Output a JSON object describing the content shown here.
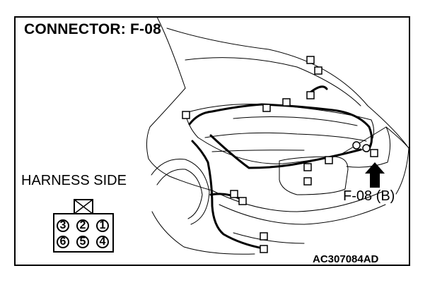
{
  "title": "CONNECTOR: F-08",
  "harness_label": "HARNESS SIDE",
  "connector_callout": "F-08 (B)",
  "figure_code": "AC307084AD",
  "connector_face": {
    "top_row": [
      "3",
      "2",
      "1"
    ],
    "bottom_row": [
      "6",
      "5",
      "4"
    ]
  }
}
